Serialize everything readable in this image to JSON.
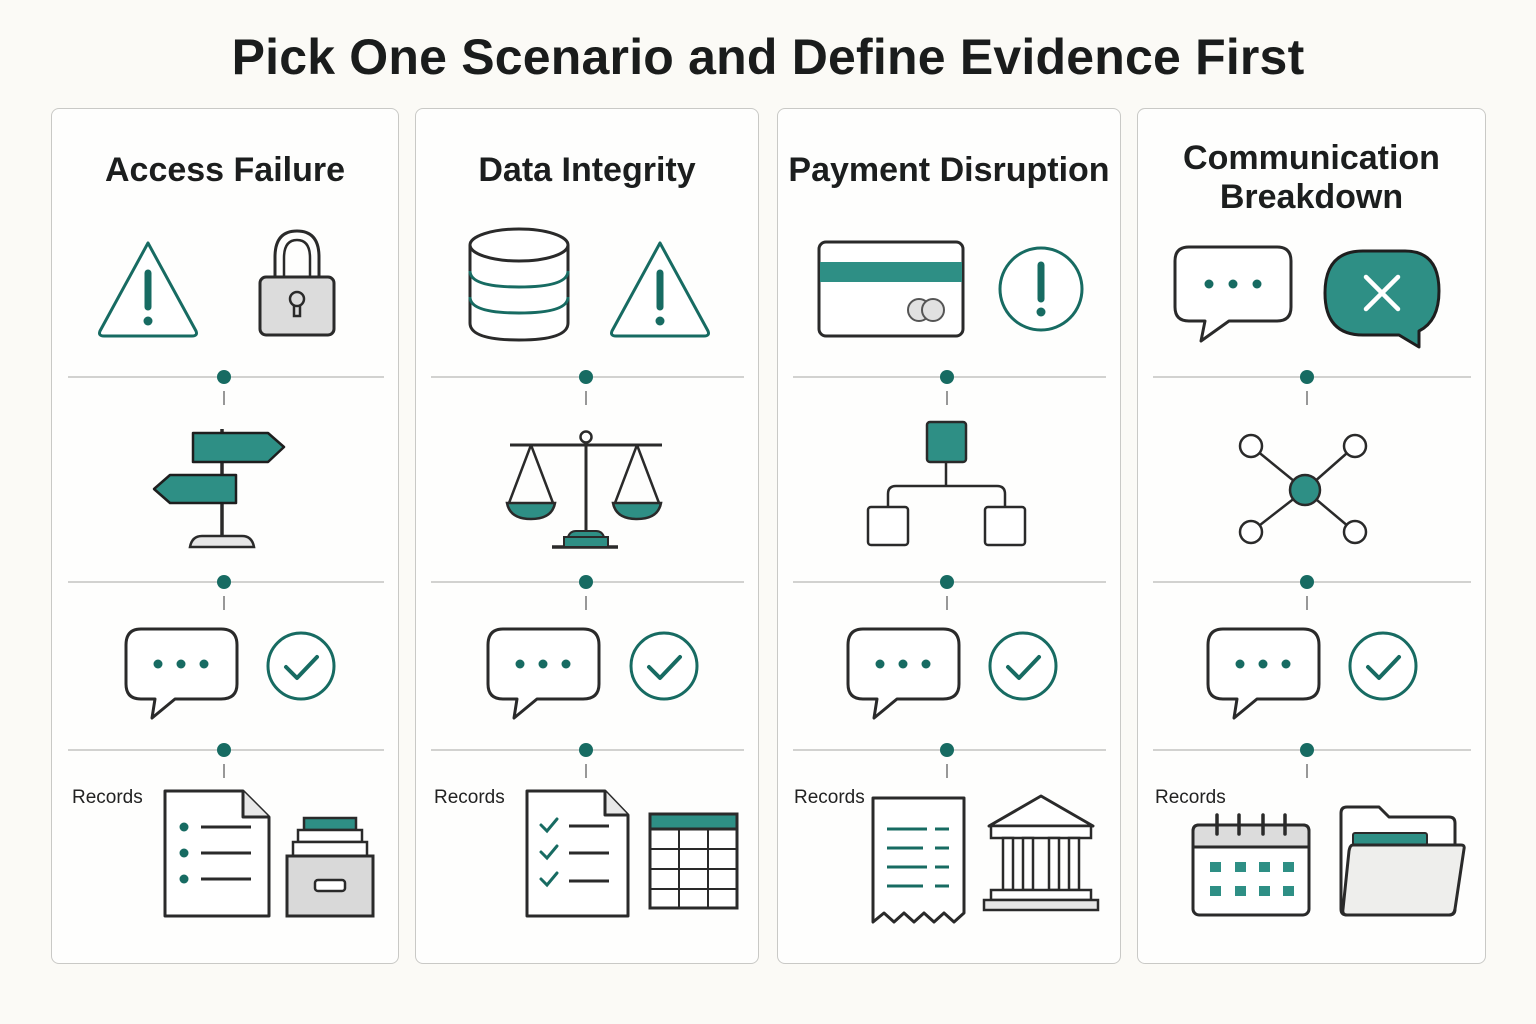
{
  "title": "Pick One Scenario and Define Evidence First",
  "colors": {
    "teal": "#2e8f85",
    "dark_teal": "#176b62",
    "stroke": "#262626",
    "grey": "#dadada"
  },
  "scenarios": [
    {
      "title": "Access Failure",
      "symptom_icons": [
        "warning-triangle-icon",
        "padlock-icon"
      ],
      "path_icon": "signpost-icon",
      "response_icons": [
        "speech-bubble-icon",
        "check-circle-icon"
      ],
      "records_label": "Records",
      "record_icons": [
        "bulleted-document-icon",
        "file-drawer-icon"
      ]
    },
    {
      "title": "Data Integrity",
      "symptom_icons": [
        "database-icon",
        "warning-triangle-icon"
      ],
      "path_icon": "balance-scale-icon",
      "response_icons": [
        "speech-bubble-icon",
        "check-circle-icon"
      ],
      "records_label": "Records",
      "record_icons": [
        "checklist-document-icon",
        "spreadsheet-table-icon"
      ]
    },
    {
      "title": "Payment Disruption",
      "symptom_icons": [
        "credit-card-icon",
        "exclamation-circle-icon"
      ],
      "path_icon": "hierarchy-icon",
      "response_icons": [
        "speech-bubble-icon",
        "check-circle-icon"
      ],
      "records_label": "Records",
      "record_icons": [
        "receipt-icon",
        "bank-building-icon"
      ]
    },
    {
      "title": "Communication\nBreakdown",
      "symptom_icons": [
        "speech-bubble-icon",
        "error-bubble-icon"
      ],
      "path_icon": "network-hub-icon",
      "response_icons": [
        "speech-bubble-icon",
        "check-circle-icon"
      ],
      "records_label": "Records",
      "record_icons": [
        "calendar-icon",
        "folder-icon"
      ]
    }
  ]
}
